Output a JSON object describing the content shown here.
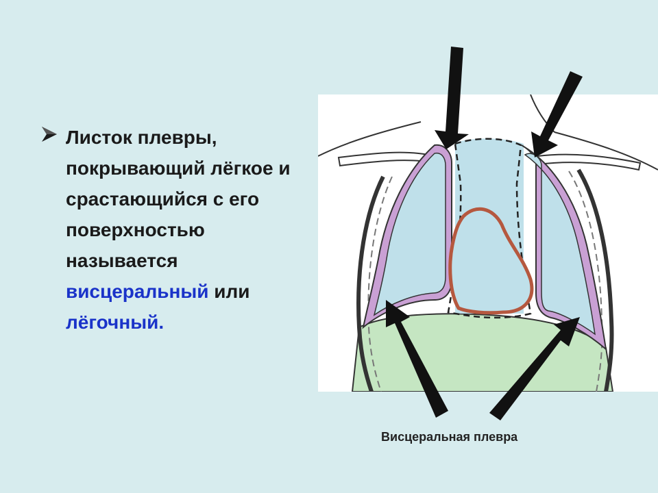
{
  "slide": {
    "bullet": {
      "text_plain": "Листок плевры, покрывающий лёгкое и срастающийся с его поверхностью называется",
      "term_visceral": "висцеральный",
      "connector": "или",
      "term_pulmonary": "лёгочный."
    },
    "caption": "Висцеральная плевра"
  },
  "colors": {
    "background": "#d7ecee",
    "accent_text": "#1a33c9",
    "lung_fill": "#bfe0ea",
    "pleura": "#c9a0d4",
    "heart_outline": "#b5583f",
    "diaphragm": "#c5e6c2"
  },
  "icons": {
    "bullet": "arrowhead-bullet-icon",
    "pointer": "black-arrow-icon"
  }
}
